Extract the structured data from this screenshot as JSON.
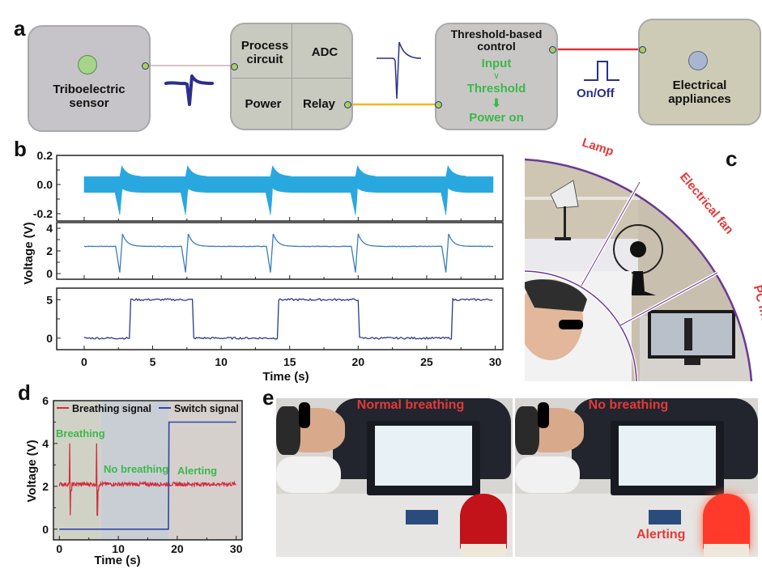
{
  "panels": {
    "a": {
      "letter": "a",
      "sensor_box": {
        "label": "Triboelectric sensor",
        "label_line1": "Triboelectric",
        "label_line2": "sensor"
      },
      "circuit_box": {
        "cells": [
          {
            "label_line1": "Process",
            "label_line2": "circuit"
          },
          {
            "label_line1": "ADC"
          },
          {
            "label_line1": "Power"
          },
          {
            "label_line1": "Relay"
          }
        ]
      },
      "control_box": {
        "title_line1": "Threshold-based",
        "title_line2": "control",
        "input": "Input",
        "compare": "∨",
        "threshold": "Threshold",
        "arrow": "⬇",
        "result": "Power on"
      },
      "pulse_label": "On/Off",
      "appliance_box": {
        "label_line1": "Electrical",
        "label_line2": "appliances"
      },
      "colors": {
        "sensor_box": "#c6c4c8",
        "circuit_box": "#c8cac0",
        "control_box": "#c9c7c6",
        "appliance_box": "#cdcbb5",
        "wire_sensor": "#d7c3c5",
        "wire_relay": "#efb91d",
        "wire_control": "#e0353b",
        "signal": "#2a2f8c",
        "green": "#3cb84a"
      }
    },
    "b": {
      "letter": "b",
      "ylabel": "Voltage (V)",
      "xlabel": "Time (s)"
    },
    "c": {
      "letter": "c",
      "sector_labels": [
        "Lamp",
        "Electrical fan",
        "PC monitor"
      ]
    },
    "d": {
      "letter": "d"
    },
    "e": {
      "letter": "e",
      "left_photo_label": "Normal breathing",
      "right_photo_label": "No breathing",
      "right_photo_alert": "Alerting"
    }
  },
  "chart_data": [
    {
      "id": "b-top",
      "type": "line",
      "title": "",
      "xlabel": "",
      "ylabel": "",
      "xlim": [
        -1,
        30.5
      ],
      "ylim": [
        -0.25,
        0.2
      ],
      "yticks": [
        "0.2",
        "0.0",
        "-0.2"
      ],
      "ytick_values": [
        0.2,
        0.0,
        -0.2
      ],
      "xticks_minor": [
        0,
        2.5,
        5,
        7.5,
        10,
        12.5,
        15,
        17.5,
        20,
        22.5,
        25,
        27.5,
        30
      ],
      "series": [
        {
          "name": "raw triboelectric signal (band)",
          "color": "#29a8e0",
          "band_halfwidth": 0.055,
          "events_s": [
            2.6,
            7.4,
            13.6,
            19.8,
            26.4
          ],
          "event_min": -0.21,
          "event_max": 0.13
        }
      ]
    },
    {
      "id": "b-middle",
      "type": "line",
      "xlim": [
        -1,
        30.5
      ],
      "ylim": [
        -0.5,
        4.5
      ],
      "yticks": [
        "4",
        "2",
        "0"
      ],
      "ytick_values": [
        4,
        2,
        0
      ],
      "series": [
        {
          "name": "processed signal",
          "color": "#3a7dbf",
          "baseline": 2.4,
          "events_s": [
            2.6,
            7.4,
            13.6,
            19.8,
            26.4
          ],
          "event_min": 0.1,
          "event_max": 3.5
        }
      ]
    },
    {
      "id": "b-bottom",
      "type": "line",
      "xlim": [
        -1,
        30.5
      ],
      "ylim": [
        -1.5,
        6.5
      ],
      "yticks": [
        "5",
        "0"
      ],
      "ytick_values": [
        5,
        0
      ],
      "xticks": [
        "0",
        "5",
        "10",
        "15",
        "20",
        "25",
        "30"
      ],
      "xtick_values": [
        0,
        5,
        10,
        15,
        20,
        25,
        30
      ],
      "xlabel": "Time (s)",
      "series": [
        {
          "name": "relay switch signal",
          "color": "#2a3a8c",
          "steps": [
            [
              0,
              0
            ],
            [
              3.4,
              5
            ],
            [
              7.9,
              0
            ],
            [
              14.1,
              5
            ],
            [
              20.1,
              0
            ],
            [
              26.9,
              5
            ],
            [
              29.9,
              5
            ]
          ]
        }
      ]
    },
    {
      "id": "d",
      "type": "line",
      "xlabel": "Time (s)",
      "ylabel": "Voltage (V)",
      "xlim": [
        -1,
        31
      ],
      "ylim": [
        -0.5,
        6
      ],
      "xticks": [
        "0",
        "10",
        "20",
        "30"
      ],
      "xtick_values": [
        0,
        10,
        20,
        30
      ],
      "yticks": [
        "0",
        "2",
        "4",
        "6"
      ],
      "ytick_values": [
        0,
        2,
        4,
        6
      ],
      "legend": [
        "Breathing signal",
        "Switch signal"
      ],
      "legend_position": "top",
      "regions": [
        {
          "label": "Breathing",
          "x0": -1,
          "x1": 7,
          "color": "#d0d2c6"
        },
        {
          "label": "No breathing",
          "x0": 7,
          "x1": 18.5,
          "color": "#c9ced4"
        },
        {
          "label": "Alerting",
          "x0": 18.5,
          "x1": 31,
          "color": "#d6d0cd"
        }
      ],
      "series": [
        {
          "name": "Breathing signal",
          "color": "#d22d3f",
          "baseline": 2.1,
          "spikes_s": [
            1.8,
            6.4
          ],
          "spike_max": 4.0,
          "spike_min": 0.65
        },
        {
          "name": "Switch signal",
          "color": "#3047a8",
          "steps": [
            [
              0,
              0
            ],
            [
              18.5,
              0
            ],
            [
              18.6,
              5
            ],
            [
              30,
              5
            ]
          ]
        }
      ]
    }
  ]
}
